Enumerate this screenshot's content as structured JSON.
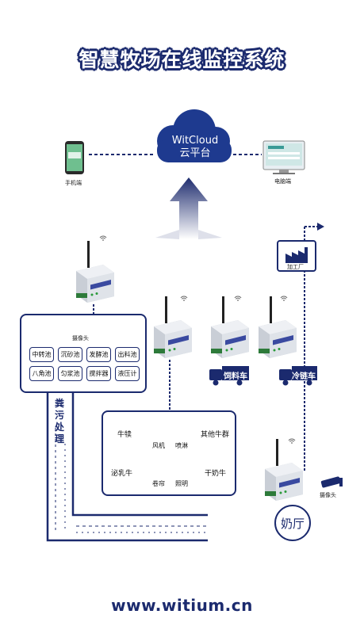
{
  "title": "智慧牧场在线监控系统",
  "cloud": {
    "line1": "WitCloud",
    "line2": "云平台"
  },
  "phone_label": "手机端",
  "pc_label": "电脑端",
  "factory_label": "加工厂",
  "sewage": {
    "camera_label": "摄像头",
    "pools": [
      "中转池",
      "沉砂池",
      "发酵池",
      "出料池",
      "八角池",
      "匀浆池",
      "搅拌器",
      "液压计"
    ],
    "vertical_label": "粪污处理"
  },
  "barn": {
    "top_left": "牛犊",
    "top_right": "其他牛群",
    "bottom_left": "泌乳牛",
    "bottom_right": "干奶牛",
    "devices": [
      "风机",
      "喷淋",
      "卷帘",
      "照明"
    ]
  },
  "trucks": [
    "饲料车",
    "冷链车"
  ],
  "milk_hall": "奶厅",
  "camera_right_label": "摄像头",
  "footer": "www.witium.cn",
  "colors": {
    "navy": "#1b2a6e",
    "cloud": "#1e3a8f",
    "arrow": "#1f2d6f"
  }
}
